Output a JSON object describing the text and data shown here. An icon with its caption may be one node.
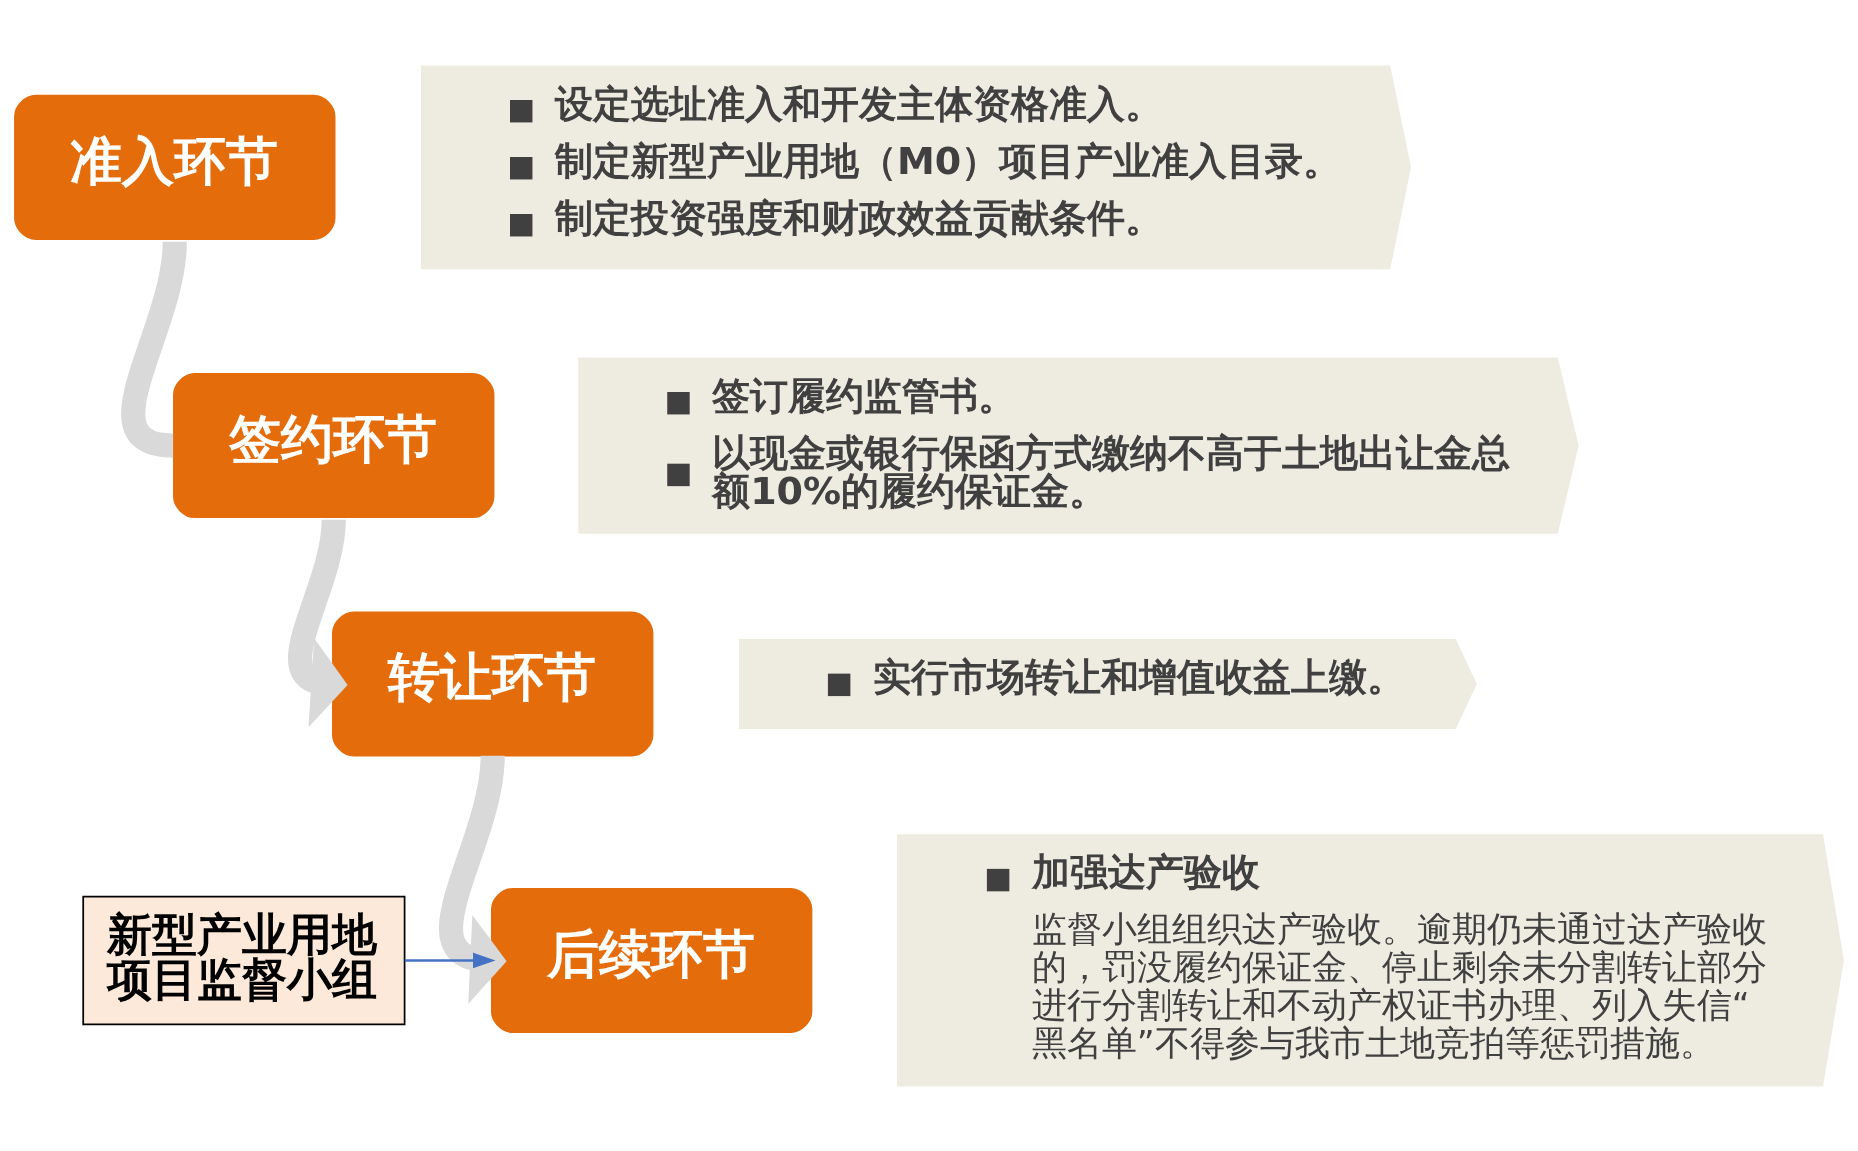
{
  "diagram": {
    "nodes": [
      {
        "text": [
          "准入环节"
        ]
      },
      {
        "text": [
          "设定选址准入和开发主体资格准入。",
          "制定新型产业用地（M0）项目产业准入目录。",
          "制定投资强度和财政效益贡献条件。"
        ]
      },
      {
        "text": [
          "签约环节"
        ]
      },
      {
        "text": [
          "签订履约监管书。",
          "以现金或银行保函方式缴纳不高于土地出让金总额10%的履约保证金。"
        ]
      },
      {
        "text": [
          "转让环节"
        ]
      },
      {
        "text": [
          "实行市场转让和增值收益上缴。"
        ]
      },
      {
        "text": [
          "后续环节"
        ]
      },
      {
        "text": [
          "加强达产验收",
          "监督小组组织达产验收。逾期仍未通过达产验收的，罚没履约保证金、停止剩余未分割转让部分进行分割转让和不动产权证书办理、列入失信“黑名单”不得参与我市土地竞拍等惩罚措施。"
        ]
      },
      {
        "text": [
          "新型产业用地项目监督小组"
        ]
      }
    ],
    "edges": [
      {
        "from": 0,
        "to": 2,
        "arrow": "none"
      },
      {
        "from": 2,
        "to": 4,
        "arrow": "to"
      },
      {
        "from": 4,
        "to": 6,
        "arrow": "to"
      },
      {
        "from": 8,
        "to": 6,
        "arrow": "to",
        "color": "#4472c4"
      }
    ]
  }
}
